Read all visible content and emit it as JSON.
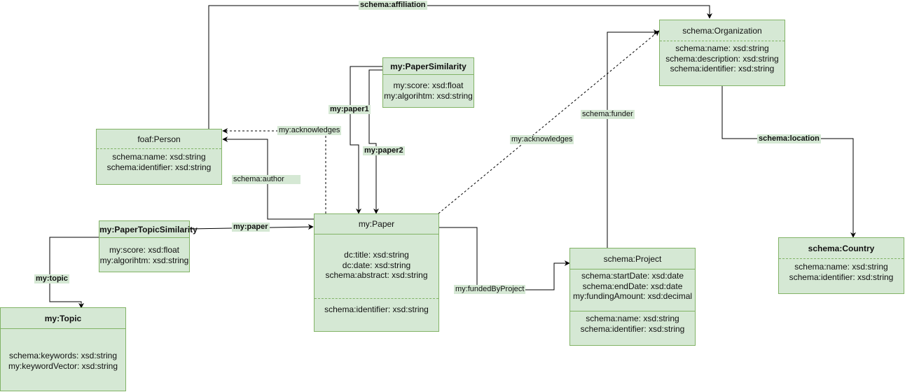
{
  "nodes": {
    "person": {
      "title": "foaf:Person",
      "sections": [
        [
          "schema:name: xsd:string",
          "schema:identifier: xsd:string"
        ]
      ]
    },
    "paper_similarity": {
      "title": "my:PaperSimilarity",
      "sections": [
        [
          "my:score: xsd:float",
          "my:algorihtm: xsd:string"
        ]
      ]
    },
    "organization": {
      "title": "schema:Organization",
      "sections": [
        [
          "schema:name: xsd:string",
          "schema:description: xsd:string",
          "schema:identifier: xsd:string"
        ]
      ]
    },
    "paper_topic_similarity": {
      "title": "my:PaperTopicSimilarity",
      "sections": [
        [
          "my:score: xsd:float",
          "my:algorihtm: xsd:string"
        ]
      ]
    },
    "paper": {
      "title": "my:Paper",
      "sections": [
        [
          "dc:title: xsd:string",
          "dc:date: xsd:string",
          "schema:abstract: xsd:string"
        ],
        [
          "schema:identifier: xsd:string"
        ]
      ]
    },
    "project": {
      "title": "schema:Project",
      "sections": [
        [
          "schema:startDate: xsd:date",
          "schema:endDate: xsd:date",
          "my:fundingAmount: xsd:decimal"
        ],
        [
          "schema:name: xsd:string",
          "schema:identifier: xsd:string"
        ]
      ]
    },
    "country": {
      "title": "schema:Country",
      "sections": [
        [
          "schema:name: xsd:string",
          "schema:identifier: xsd:string"
        ]
      ]
    },
    "topic": {
      "title": "my:Topic",
      "sections": [
        [
          "schema:keywords: xsd:string",
          "my:keywordVector: xsd:string"
        ]
      ]
    }
  },
  "edges": {
    "affiliation": "schema:affiliation",
    "acknowledges_person": "my:acknowledges",
    "paper1": "my:paper1",
    "paper2": "my:paper2",
    "author": "schema:author",
    "paper": "my:paper",
    "topic": "my:topic",
    "funded_by_project": "my:fundedByProject",
    "acknowledges_org": "my:acknowledges",
    "funder": "schema:funder",
    "location": "schema:location"
  },
  "colors": {
    "fill": "#d5e8d4",
    "stroke": "#82b366",
    "edge": "#000000"
  }
}
